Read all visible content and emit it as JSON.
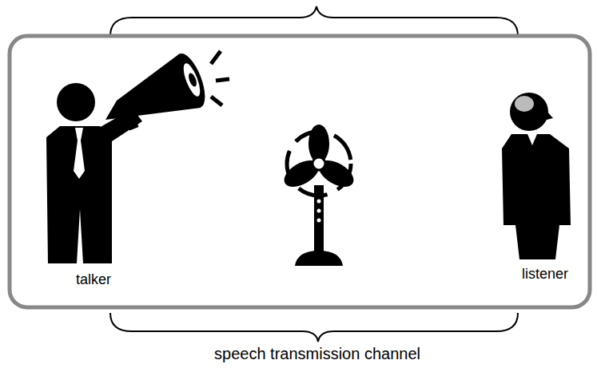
{
  "diagram": {
    "labels": [
      "talker",
      "listener",
      "speech transmission channel"
    ]
  }
}
